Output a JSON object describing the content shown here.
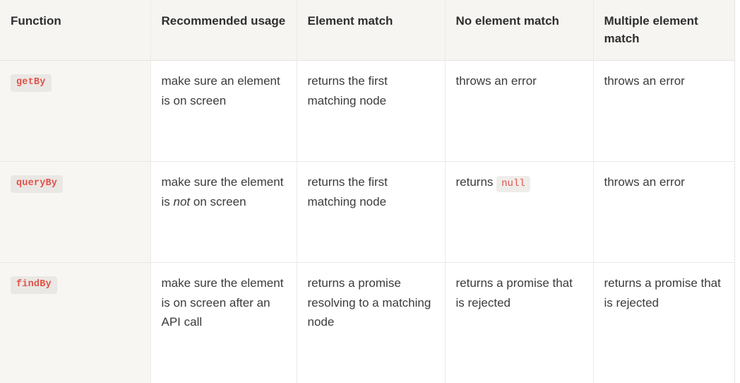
{
  "table": {
    "columns": [
      {
        "key": "function",
        "label": "Function"
      },
      {
        "key": "recommended_usage",
        "label": "Recommended usage"
      },
      {
        "key": "element_match",
        "label": "Element match"
      },
      {
        "key": "no_element_match",
        "label": "No element match"
      },
      {
        "key": "multiple_element_match",
        "label": "Multiple element match"
      }
    ],
    "rows": [
      {
        "function": "getBy",
        "recommended_usage": "make sure an element is on screen",
        "element_match": "returns the first matching node",
        "no_element_match": "throws an error",
        "multiple_element_match": "throws an error"
      },
      {
        "function": "queryBy",
        "recommended_usage_before": "make sure the element is ",
        "recommended_usage_emphasis": "not",
        "recommended_usage_after": " on screen",
        "element_match": "returns the first matching node",
        "no_element_match_before": "returns ",
        "no_element_match_code": "null",
        "multiple_element_match": "throws an error"
      },
      {
        "function": "findBy",
        "recommended_usage": "make sure the element is on screen after an API call",
        "element_match": "returns a promise resolving to a matching node",
        "no_element_match": "returns a promise that is rejected",
        "multiple_element_match": "returns a promise that is rejected"
      }
    ]
  },
  "colors": {
    "code_text": "#e0524a",
    "code_badge_bg": "#eae8e4",
    "header_bg": "#f6f5f2",
    "first_column_bg": "#f7f6f3",
    "border": "#ebe9e5",
    "body_text": "#3b3b3b",
    "header_text": "#2f2f2f"
  }
}
